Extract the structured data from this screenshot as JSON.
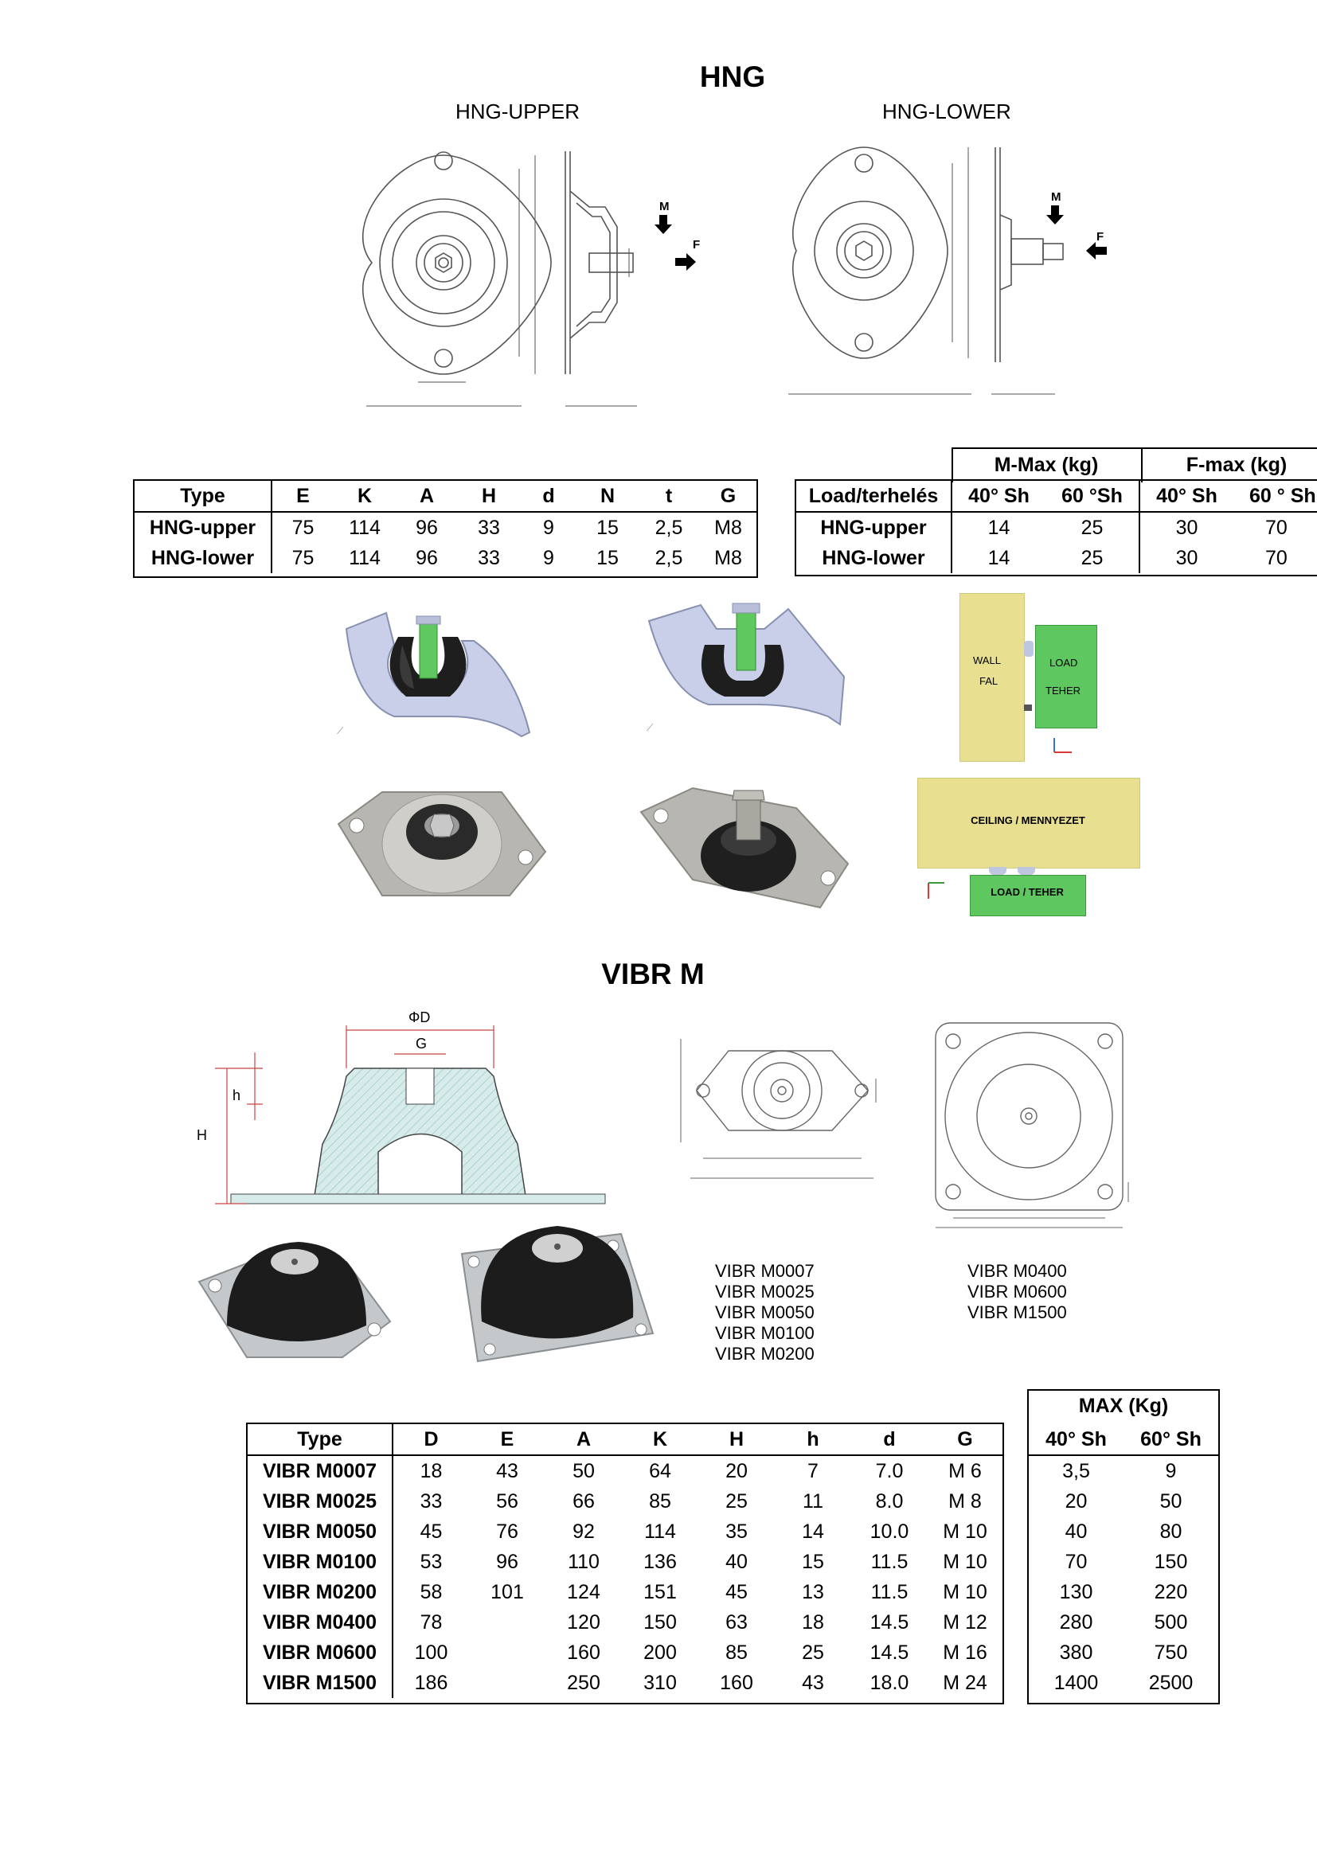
{
  "hng": {
    "title": "HNG",
    "upper_label": "HNG-UPPER",
    "lower_label": "HNG-LOWER",
    "dim_table": {
      "headers": [
        "Type",
        "E",
        "K",
        "A",
        "H",
        "d",
        "N",
        "t",
        "G"
      ],
      "rows": [
        [
          "HNG-upper",
          "75",
          "114",
          "96",
          "33",
          "9",
          "15",
          "2,5",
          "M8"
        ],
        [
          "HNG-lower",
          "75",
          "114",
          "96",
          "33",
          "9",
          "15",
          "2,5",
          "M8"
        ]
      ]
    },
    "load_table": {
      "group_mmax": "M-Max (kg)",
      "group_fmax": "F-max (kg)",
      "headers": [
        "Load/terhelés",
        "40° Sh",
        "60 °Sh",
        "40° Sh",
        "60 ° Sh"
      ],
      "rows": [
        [
          "HNG-upper",
          "14",
          "25",
          "30",
          "70"
        ],
        [
          "HNG-lower",
          "14",
          "25",
          "30",
          "70"
        ]
      ]
    },
    "diagram_wall": {
      "wall": "WALL",
      "fal": "FAL",
      "load": "LOAD",
      "teher": "TEHER"
    },
    "diagram_ceiling": {
      "ceiling": "CEILING / MENNYEZET",
      "load": "LOAD / TEHER"
    },
    "drawing_labels": {
      "m": "M",
      "f": "F"
    }
  },
  "vibr": {
    "title": "VIBR M",
    "drawing_labels": {
      "d": "ΦD",
      "g": "G",
      "h": "h",
      "H": "H"
    },
    "list_a": [
      "VIBR M0007",
      "VIBR M0025",
      "VIBR M0050",
      "VIBR M0100",
      "VIBR M0200"
    ],
    "list_b": [
      "VIBR M0400",
      "VIBR M0600",
      "VIBR M1500"
    ],
    "dim_table": {
      "headers": [
        "Type",
        "D",
        "E",
        "A",
        "K",
        "H",
        "h",
        "d",
        "G"
      ],
      "rows": [
        [
          "VIBR M0007",
          "18",
          "43",
          "50",
          "64",
          "20",
          "7",
          "7.0",
          "M 6"
        ],
        [
          "VIBR M0025",
          "33",
          "56",
          "66",
          "85",
          "25",
          "11",
          "8.0",
          "M 8"
        ],
        [
          "VIBR M0050",
          "45",
          "76",
          "92",
          "114",
          "35",
          "14",
          "10.0",
          "M 10"
        ],
        [
          "VIBR M0100",
          "53",
          "96",
          "110",
          "136",
          "40",
          "15",
          "11.5",
          "M 10"
        ],
        [
          "VIBR M0200",
          "58",
          "101",
          "124",
          "151",
          "45",
          "13",
          "11.5",
          "M 10"
        ],
        [
          "VIBR M0400",
          "78",
          "",
          "120",
          "150",
          "63",
          "18",
          "14.5",
          "M 12"
        ],
        [
          "VIBR M0600",
          "100",
          "",
          "160",
          "200",
          "85",
          "25",
          "14.5",
          "M 16"
        ],
        [
          "VIBR M1500",
          "186",
          "",
          "250",
          "310",
          "160",
          "43",
          "18.0",
          "M 24"
        ]
      ]
    },
    "max_table": {
      "group": "MAX (Kg)",
      "headers": [
        "40° Sh",
        "60° Sh"
      ],
      "rows": [
        [
          "3,5",
          "9"
        ],
        [
          "20",
          "50"
        ],
        [
          "40",
          "80"
        ],
        [
          "70",
          "150"
        ],
        [
          "130",
          "220"
        ],
        [
          "280",
          "500"
        ],
        [
          "380",
          "750"
        ],
        [
          "1400",
          "2500"
        ]
      ]
    }
  }
}
